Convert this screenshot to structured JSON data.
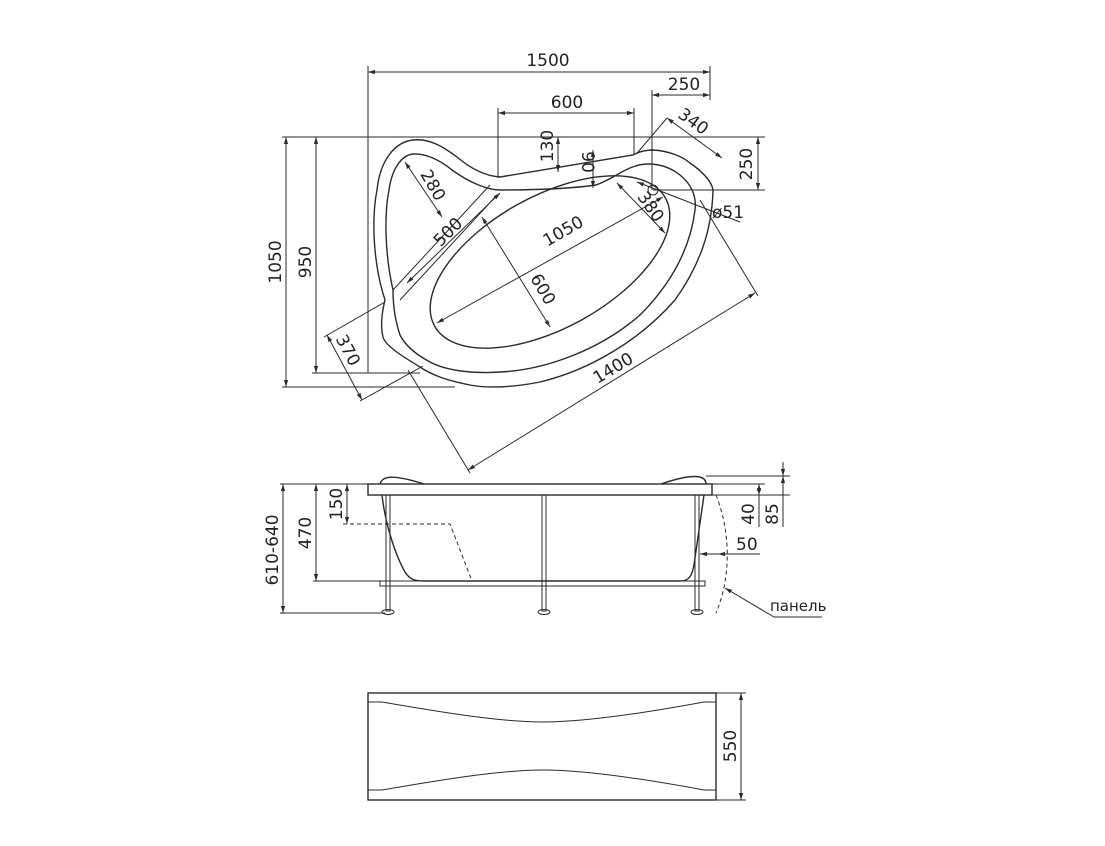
{
  "plan_view": {
    "dims": {
      "overall_width": "1500",
      "corner_offset": "250",
      "shelf_width": "600",
      "shelf_depth": "130",
      "shelf_inner": "90",
      "corner_diag": "340",
      "right_offset": "250",
      "overall_depth": "1050",
      "inner_depth": "950",
      "headrest_width": "280",
      "headrest_length": "500",
      "bowl_length": "1050",
      "bowl_width": "600",
      "drain_zone": "380",
      "drain_diameter": "ø51",
      "front_length": "1400",
      "left_end": "370"
    }
  },
  "side_view": {
    "dims": {
      "total_height": "610-640",
      "bowl_depth": "470",
      "seat_depth": "150",
      "rim_thickness": "40",
      "rim_height": "85",
      "panel_offset": "50"
    },
    "panel_label": "панель"
  },
  "front_panel": {
    "dims": {
      "height": "550"
    }
  }
}
